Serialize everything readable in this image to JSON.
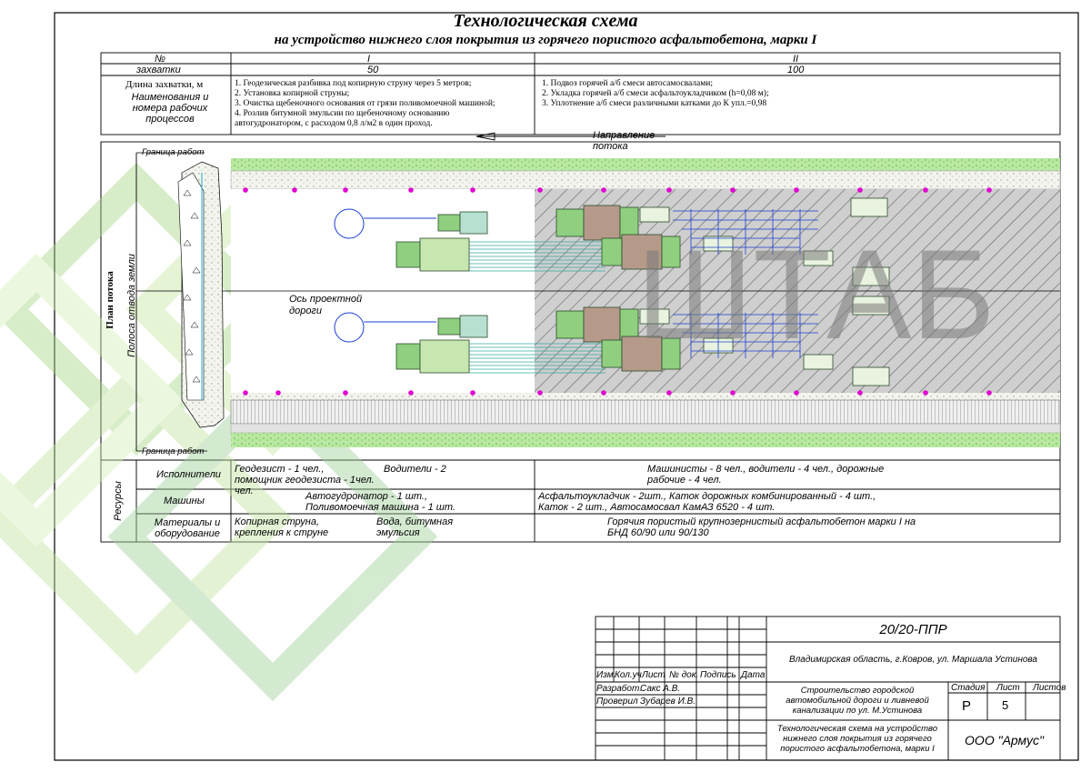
{
  "title": {
    "line1": "Технологическая схема",
    "line2": "на устройство нижнего слоя покрытия из горячего пористого  асфальтобетона, марки I"
  },
  "header_table": {
    "col_no_label": "№",
    "col_grip_label": "захватки",
    "grip_I": "I",
    "grip_II": "II",
    "len_I": "50",
    "len_II": "100",
    "row_length_label": "Длина захватки, м",
    "row_process_label": "Наименования и номера рабочих процессов",
    "processes_I": [
      "1. Геодезическая разбивка под копирную струну через 5 метров;",
      "2. Установка копирной струны;",
      "3. Очистка щебеночного основания от грязи поливомоечной машиной;",
      "4. Розлив битумной эмульсии по щебеночному основанию",
      "автогудронатором, с расходом 0,8 л/м2 в один проход."
    ],
    "processes_II": [
      "1. Подвоз горячей а/б смеси автосамосвалами;",
      "2. Укладка горячей а/б смеси асфальтоукладчиком (h=0,08 м);",
      "3. Уплотнение а/б смеси различными катками до К упл.=0,98"
    ]
  },
  "plan": {
    "flow_label_1": "Направление",
    "flow_label_2": "потока",
    "left_title": "План потока",
    "strip_label": "Полоса отвода земли",
    "boundary_top": "Граница работ",
    "boundary_bottom": "Граница работ",
    "axis_label_1": "Ось проектной",
    "axis_label_2": "дороги"
  },
  "resources": {
    "group_label": "Ресурсы",
    "row1_label": "Исполнители",
    "row2_label": "Машины",
    "row3_label": "Материалы и оборудование",
    "executors_I_a": "Геодезист - 1 чел.,",
    "executors_I_b": "помощник геодезиста - 1чел.",
    "executors_I_c": "Водители - 2",
    "executors_I_d": "чел.",
    "executors_II_a": "Машинисты - 8 чел., водители - 4 чел., дорожные",
    "executors_II_b": "рабочие - 4 чел.",
    "machines_I_a": "Автогудронатор - 1 шт.,",
    "machines_I_b": "Поливомоечная машина  - 1 шт.",
    "machines_II_a": "Асфальтоукладчик  - 2шт., Каток дорожных комбинированный - 4 шт.,",
    "machines_II_b": "Каток  - 2 шт., Автосамосвал КамАЗ 6520 - 4 шт.",
    "materials_I_a": "Копирная струна,",
    "materials_I_b": "крепления к струне",
    "materials_I_c": "Вода, битумная",
    "materials_I_d": "эмульсия",
    "materials_II_a": "Горячия пористый крупнозернистый асфальтобетон марки I на",
    "materials_II_b": "БНД 60/90 или 90/130"
  },
  "stamp": {
    "doc_code": "20/20-ППР",
    "location": "Владимирская область, г.Ковров, ул. Маршала Устинова",
    "col_izm": "Изм.",
    "col_kol": "Кол.уч",
    "col_list": "Лист",
    "col_ndoc": "№ док.",
    "col_podpis": "Подпись",
    "col_data": "Дата",
    "role1": "Разработ.",
    "name1": "Сакс А.В.",
    "role2": "Проверил",
    "name2": "Зубарев И.В.",
    "project": "Строительство городской автомобильной дороги и ливневой канализации по ул. М.Устинова",
    "stage_label": "Стадия",
    "sheet_label": "Лист",
    "sheets_label": "Листов",
    "stage_value": "Р",
    "sheet_value": "5",
    "sheet_title": "Технологическая схема на устройство нижнего слоя покрытия из горячего пористого  асфальтобетона, марки I",
    "company": "ООО \"Армус\""
  },
  "watermark_text": "ШТАБ"
}
